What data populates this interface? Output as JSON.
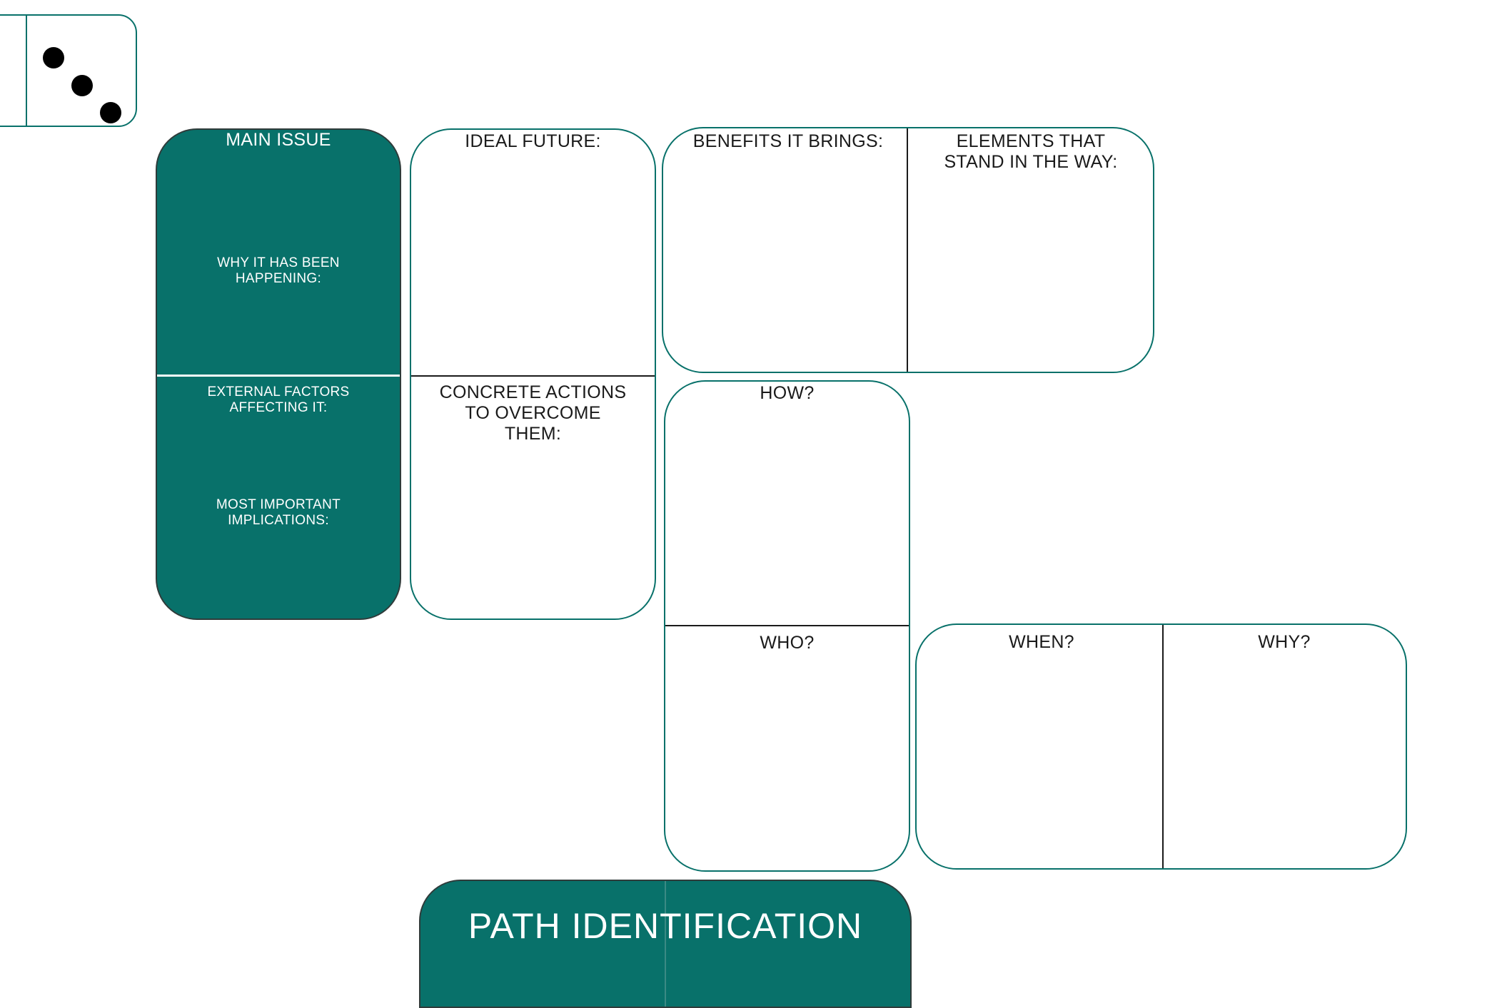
{
  "colors": {
    "accent": "#08716a",
    "border_dark": "#2f3b3a"
  },
  "dice": {
    "icon": "dice-three-icon",
    "pips": 3
  },
  "main_issue": {
    "title": "MAIN ISSUE",
    "why": "WHY IT HAS BEEN HAPPENING:",
    "external": "EXTERNAL FACTORS AFFECTING IT:",
    "implications": "MOST IMPORTANT IMPLICATIONS:"
  },
  "ideal_future": {
    "title": "IDEAL FUTURE:",
    "actions": "CONCRETE ACTIONS TO OVERCOME THEM:"
  },
  "benefits": {
    "benefits_title": "BENEFITS IT BRINGS:",
    "elements_title": "ELEMENTS THAT STAND IN THE WAY:"
  },
  "how_who": {
    "how": "HOW?",
    "who": "WHO?"
  },
  "when_why": {
    "when": "WHEN?",
    "why": "WHY?"
  },
  "footer": {
    "title": "PATH IDENTIFICATION"
  }
}
